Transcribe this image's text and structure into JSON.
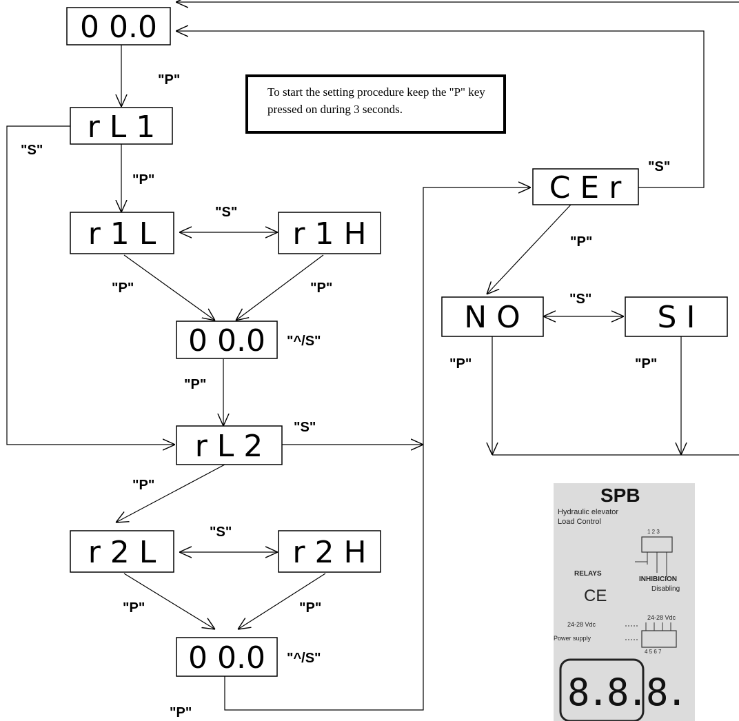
{
  "displays": {
    "d000_top": "0 0.0",
    "rl1": "r L 1",
    "r1l": "r 1 L",
    "r1h": "r 1 H",
    "d000_mid": "0 0.0",
    "rl2": "r L 2",
    "r2l": "r 2 L",
    "r2h": "r 2 H",
    "d000_bottom": "0 0.0",
    "cer": "C E r",
    "no": "N O",
    "si": "S I"
  },
  "labels": {
    "p": "\"P\"",
    "s": "\"S\"",
    "up_s": "\"^/S\""
  },
  "note": {
    "text": "To start the setting procedure keep the \"P\" key pressed on during 3 seconds."
  },
  "device": {
    "brand": "SPB",
    "line1": "Hydraulic elevator",
    "line2": "Load Control",
    "relays": "RELAYS",
    "ce_mark": "CE",
    "inhibition": "INHIBICION",
    "disabling": "Disabling",
    "vdc_right": "24-28 Vdc",
    "vdc_left": "24-28 Vdc",
    "power_supply": "Power supply",
    "term_top": "1 2 3",
    "term_bottom": "4 5 6 7",
    "display": "8.8.8."
  },
  "colors": {
    "ink": "#000000",
    "panel": "#dcdcdc"
  }
}
